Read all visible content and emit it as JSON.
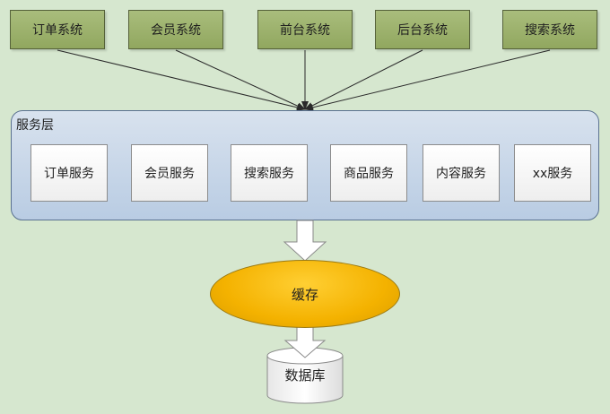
{
  "systems": [
    {
      "label": "订单系统"
    },
    {
      "label": "会员系统"
    },
    {
      "label": "前台系统"
    },
    {
      "label": "后台系统"
    },
    {
      "label": "搜索系统"
    }
  ],
  "service_layer": {
    "title": "服务层",
    "services": [
      {
        "label": "订单服务"
      },
      {
        "label": "会员服务"
      },
      {
        "label": "搜索服务"
      },
      {
        "label": "商品服务"
      },
      {
        "label": "内容服务"
      },
      {
        "label": "xx服务"
      }
    ]
  },
  "cache": {
    "label": "缓存"
  },
  "database": {
    "label": "数据库"
  },
  "colors": {
    "background": "#d6e7cf",
    "system_fill": "#9db26c",
    "service_layer_fill": "#c4d5e9",
    "cache_fill": "#f4b200"
  }
}
